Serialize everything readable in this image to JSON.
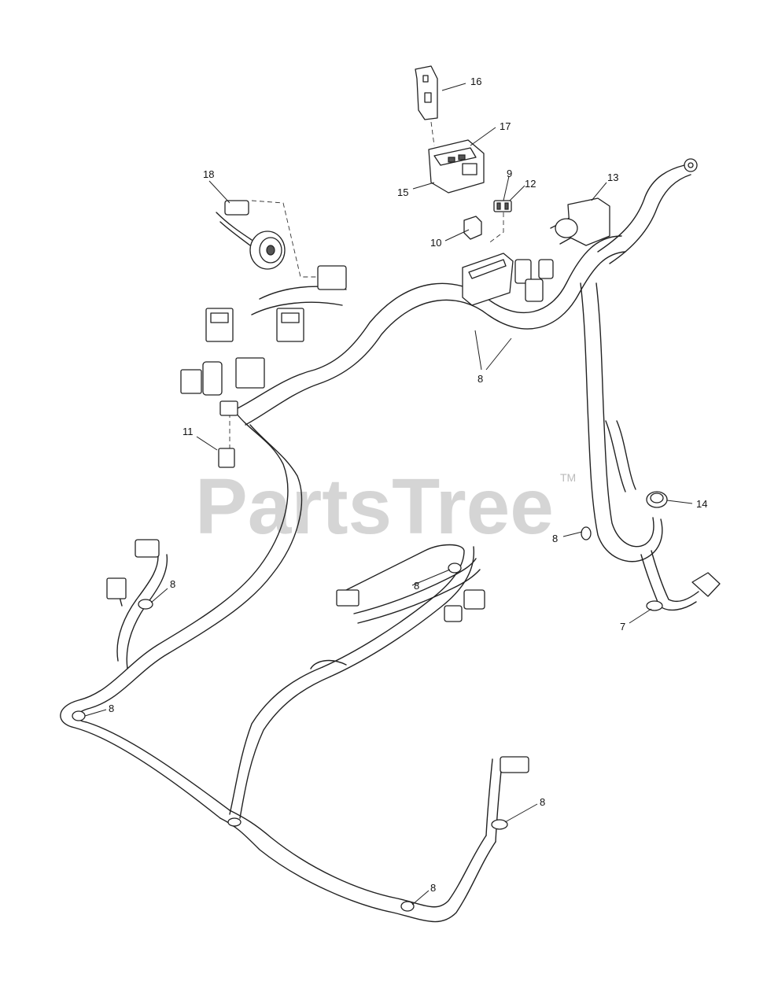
{
  "watermark": {
    "text": "PartsTree",
    "tm": "TM"
  },
  "callouts": {
    "c16": "16",
    "c17": "17",
    "c15": "15",
    "c18": "18",
    "c9": "9",
    "c12": "12",
    "c13": "13",
    "c10": "10",
    "c8a": "8",
    "c11": "11",
    "c14": "14",
    "c8b": "8",
    "c8c": "8",
    "c8d": "8",
    "c7": "7",
    "c8e": "8",
    "c8f": "8",
    "c8g": "8"
  }
}
